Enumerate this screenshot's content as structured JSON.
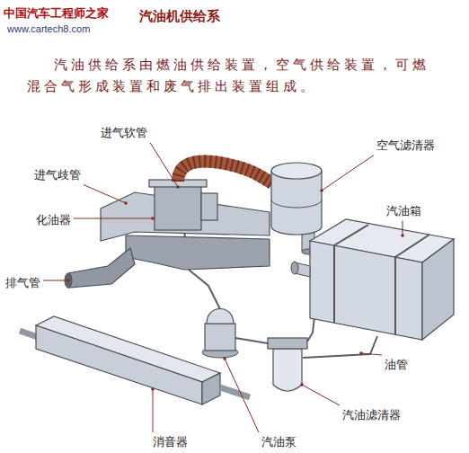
{
  "diagram": {
    "title": "汽油机供给系",
    "caption": "汽油供给系由燃油供给装置，空气供给装置，可燃 混合气形成装置和废气排出装置组成。",
    "labels": [
      "中国汽车工程师之家",
      "www.cartech8.com",
      "进气软管",
      "空气滤清器",
      "进气歧管",
      "化油器",
      "汽油箱",
      "排气管",
      "油管",
      "汽油滤清器",
      "消音器",
      "汽油泵"
    ]
  }
}
